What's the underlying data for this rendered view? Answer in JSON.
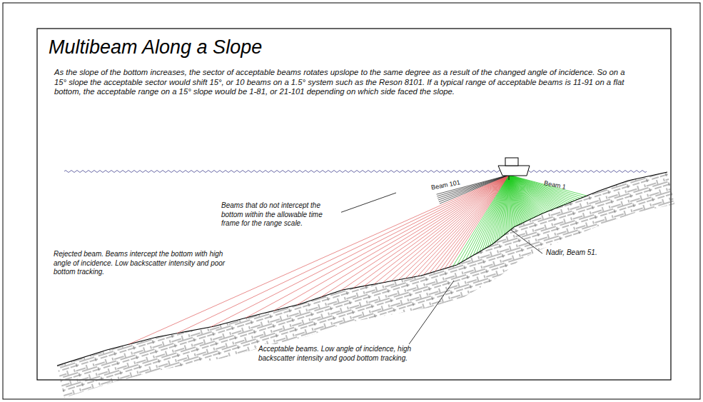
{
  "diagram": {
    "title": "Multibeam Along a Slope",
    "labels": [
      "As the slope of the bottom increases, the sector of acceptable beams rotates upslope to the same degree as a result of the changed angle of incidence. So on a 15° slope the acceptable sector would shift 15°, or 10 beams on a 1.5° system such as the Reson 8101. If a typical range of acceptable beams is 11-91 on a flat bottom, the acceptable range on a 15° slope would be 1-81, or 21-101 depending on which side faced the slope.",
      "Beam 101",
      "Beam 1",
      "Beams that do not intercept the bottom within the allowable time frame for the range scale.",
      "Rejected beam. Beams intercept the bottom with high angle of incidence. Low backscatter intensity and poor bottom tracking.",
      "Nadir, Beam 51.",
      "Acceptable beams. Low angle of incidence, high backscatter intensity and good bottom tracking."
    ]
  }
}
